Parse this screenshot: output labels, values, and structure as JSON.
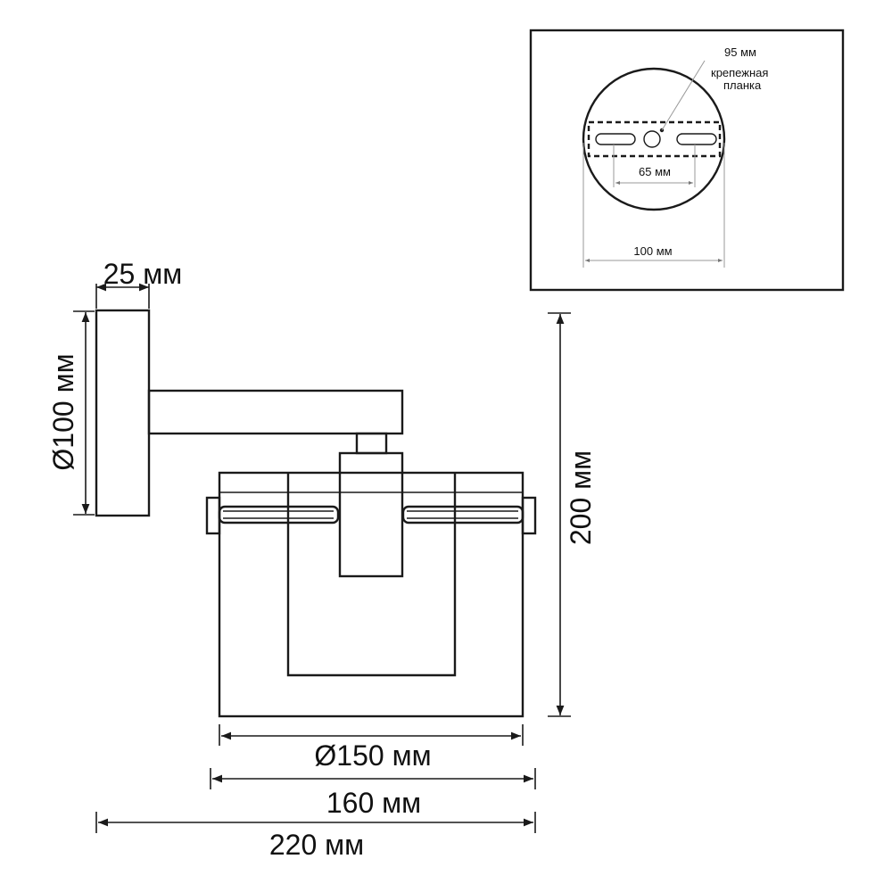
{
  "dimensions": {
    "plate_thickness": "25 мм",
    "plate_diameter": "Ø100 мм",
    "total_height": "200 мм",
    "shade_diameter": "Ø150 мм",
    "width_160": "160 мм",
    "total_width": "220 мм"
  },
  "inset": {
    "label_95": "95 мм",
    "bracket_label_line1": "крепежная",
    "bracket_label_line2": "планка",
    "label_65": "65 мм",
    "label_100": "100 мм"
  }
}
